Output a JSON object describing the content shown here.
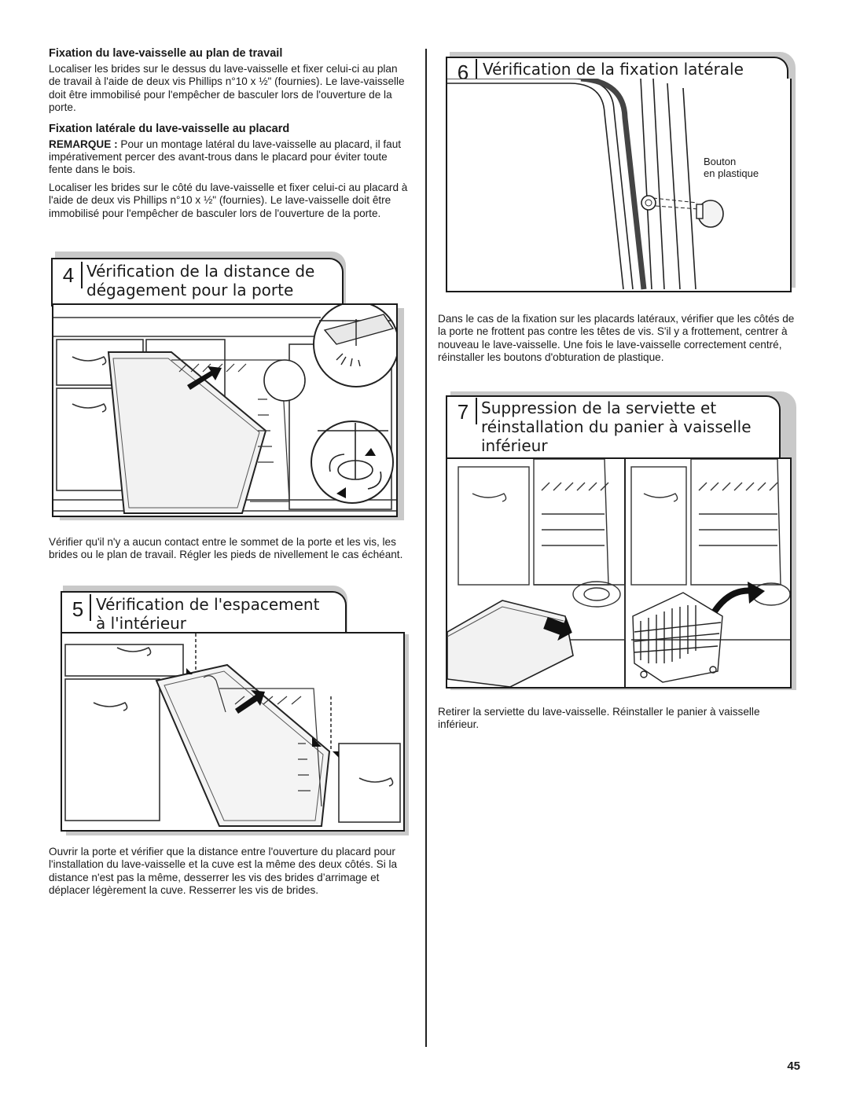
{
  "left": {
    "h_top": "Fixation du lave-vaisselle au plan de travail",
    "p_top": "Localiser les brides sur le dessus du lave-vaisselle et fixer celui-ci au plan de travail à l'aide de deux vis Phillips n°10 x ½\" (fournies). Le lave-vaisselle doit être immobilisé pour l'empêcher de basculer lors de l'ouverture de la porte.",
    "h_side": "Fixation latérale du lave-vaisselle au placard",
    "remark_label": "REMARQUE :",
    "remark_text": " Pour un montage latéral du lave-vaisselle au placard, il faut impérativement percer des avant-trous dans le placard pour éviter toute fente dans le bois.",
    "p_side": "Localiser les brides sur le côté du lave-vaisselle et fixer celui-ci au placard à l'aide de deux vis Phillips n°10 x ½\" (fournies). Le lave-vaisselle doit être immobilisé pour l'empêcher de basculer lors de l'ouverture de la porte."
  },
  "step4": {
    "number": "4",
    "title_line1": "Vérification de la distance de",
    "title_line2": "dégagement pour la porte",
    "text": "Vérifier qu'il n'y a aucun contact entre le sommet de la porte et les vis, les brides ou le plan de travail. Régler les pieds de nivellement le cas échéant."
  },
  "step5": {
    "number": "5",
    "title_line1": "Vérification de l'espacement",
    "title_line2": "à l'intérieur",
    "text": "Ouvrir la porte et vérifier que la distance entre l'ouverture du placard pour l'installation du lave-vaisselle et la cuve est la même des deux côtés. Si la distance n'est pas la même, desserrer les vis des brides d’arrimage et déplacer légèrement la cuve. Resserrer les vis de brides."
  },
  "step6": {
    "number": "6",
    "title": "Vérification de la fixation latérale",
    "label_line1": "Bouton",
    "label_line2": "en plastique",
    "text": "Dans le cas de la fixation sur les placards latéraux, vérifier que les côtés de la porte ne frottent pas contre les têtes de vis. S'il y a frottement, centrer à nouveau le lave-vaisselle. Une fois le lave-vaisselle correctement centré, réinstaller les boutons d'obturation de plastique."
  },
  "step7": {
    "number": "7",
    "title_line1": "Suppression de la serviette et",
    "title_line2": "réinstallation du panier à vaisselle",
    "title_line3": "inférieur",
    "text": "Retirer la serviette du lave-vaisselle. Réinstaller le panier à vaisselle inférieur."
  },
  "page_number": "45"
}
